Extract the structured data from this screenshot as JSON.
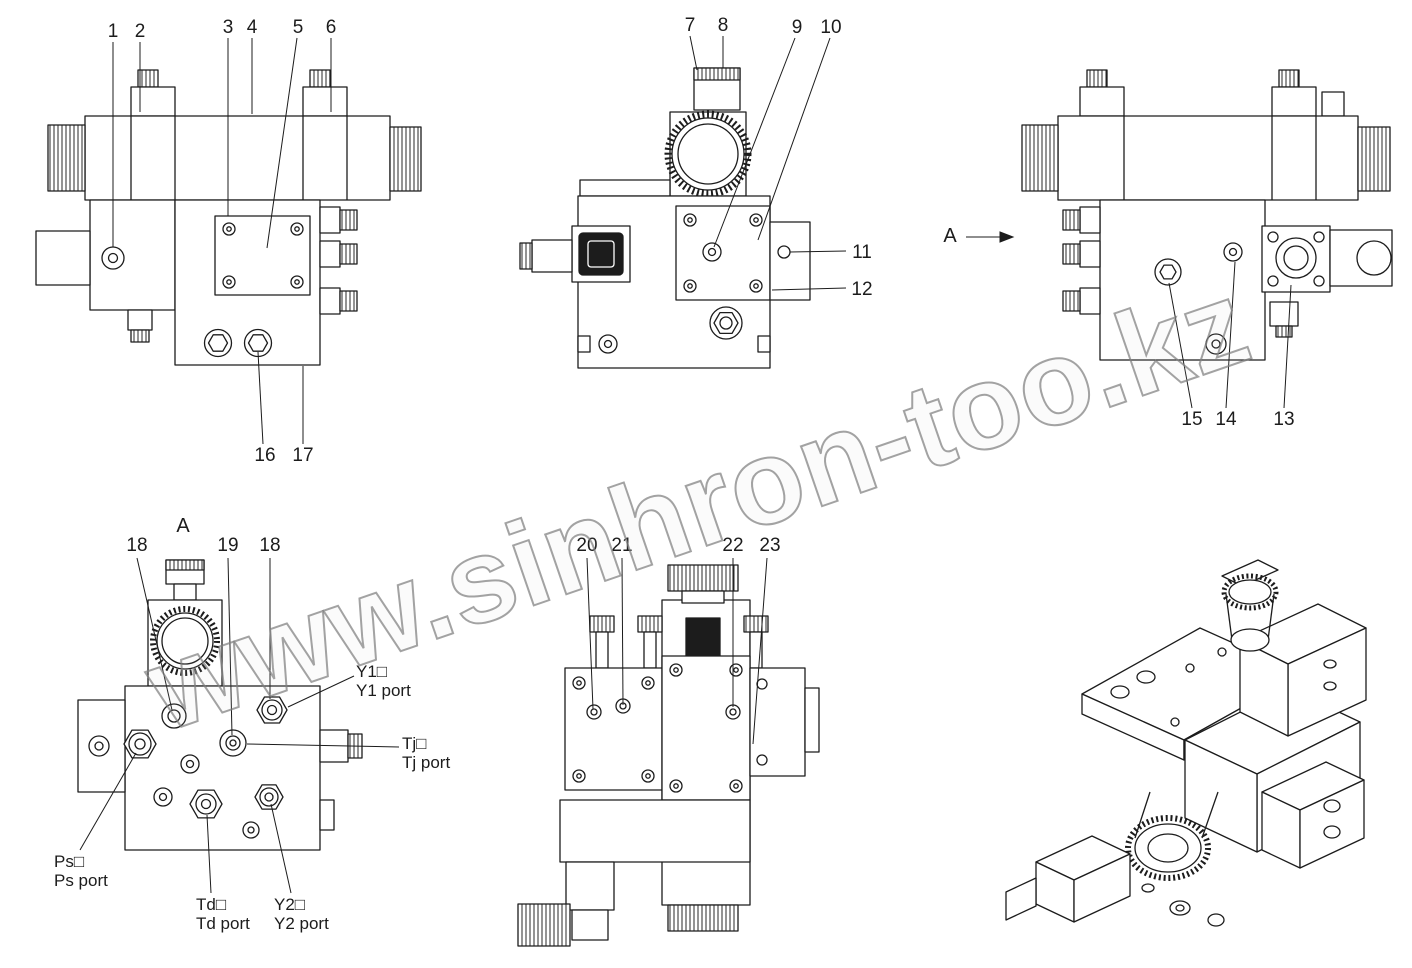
{
  "watermark": "www.sinhron-too.kz",
  "front_view": {
    "c1": "1",
    "c2": "2",
    "c3": "3",
    "c4": "4",
    "c5": "5",
    "c6": "6",
    "c16": "16",
    "c17": "17"
  },
  "side_view": {
    "c7": "7",
    "c8": "8",
    "c9": "9",
    "c10": "10",
    "c11": "11",
    "c12": "12"
  },
  "rear_view": {
    "direction_label": "A",
    "c13": "13",
    "c14": "14",
    "c15": "15"
  },
  "view_a": {
    "label": "A",
    "c18a": "18",
    "c19": "19",
    "c18b": "18",
    "y1_line1": "Y1□",
    "y1_line2": "Y1 port",
    "tj_line1": "Tj□",
    "tj_line2": "Tj port",
    "ps_line1": "Ps□",
    "ps_line2": "Ps port",
    "td_line1": "Td□",
    "td_line2": "Td port",
    "y2_line1": "Y2□",
    "y2_line2": "Y2 port"
  },
  "bottom_view": {
    "c20": "20",
    "c21": "21",
    "c22": "22",
    "c23": "23"
  }
}
